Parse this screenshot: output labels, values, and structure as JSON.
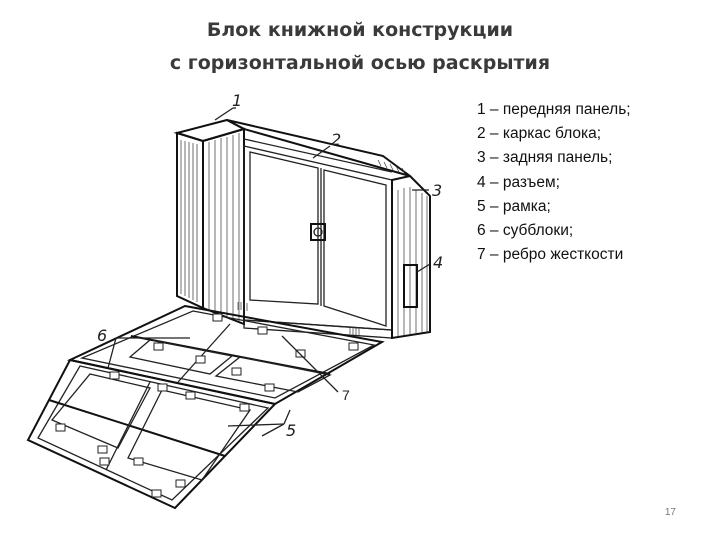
{
  "title": {
    "line1": "Блок книжной конструкции",
    "line2": "с горизонтальной осью раскрытия"
  },
  "legend": [
    "1 – передняя панель;",
    "2 – каркас блока;",
    "3 – задняя панель;",
    "4 – разъем;",
    "5 – рамка;",
    "6 – субблоки;",
    "7 – ребро жесткости"
  ],
  "callouts": [
    "1",
    "2",
    "3",
    "4",
    "5",
    "6",
    "7"
  ],
  "page_number": "17"
}
